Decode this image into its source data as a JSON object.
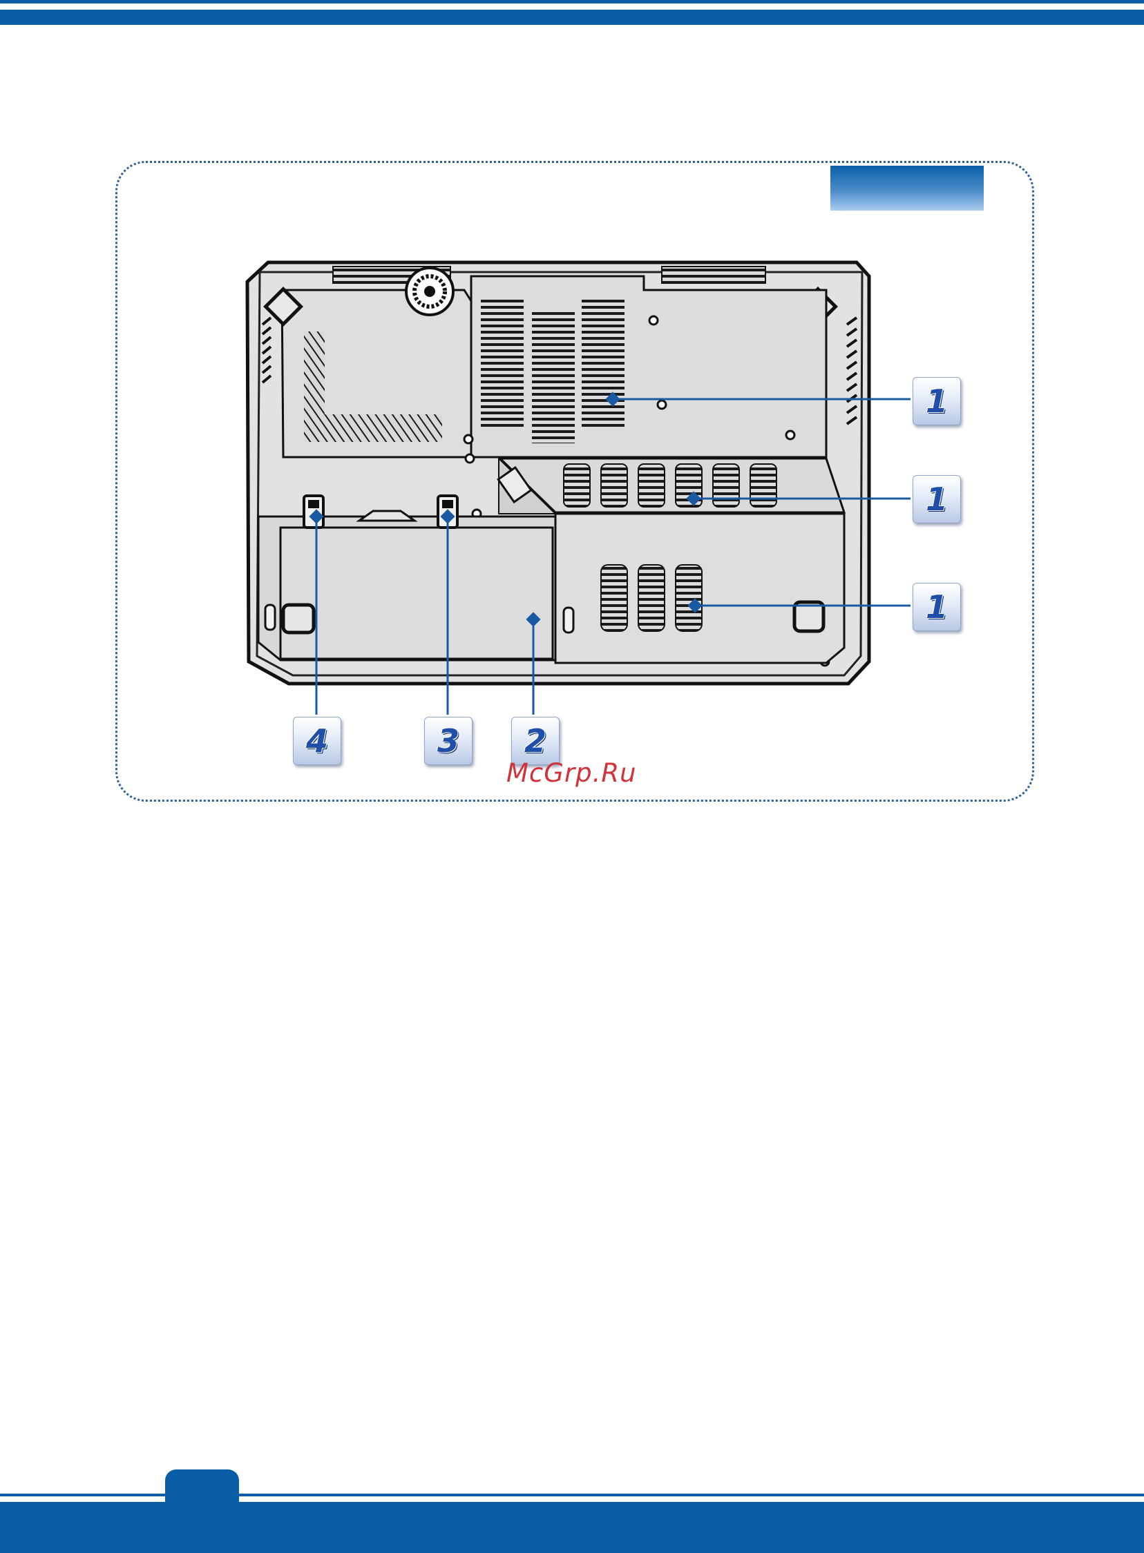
{
  "header": {
    "color_primary": "#0a5ea8"
  },
  "view_tab": {
    "label": ""
  },
  "callouts": {
    "c1a": "1",
    "c1b": "1",
    "c1c": "1",
    "c2": "2",
    "c3": "3",
    "c4": "4"
  },
  "watermark": "McGrp.Ru",
  "footer": {
    "page_number": ""
  },
  "icons": [
    "fan-icon",
    "vent-grille",
    "battery-lock",
    "battery-release-latch",
    "rubber-foot"
  ]
}
